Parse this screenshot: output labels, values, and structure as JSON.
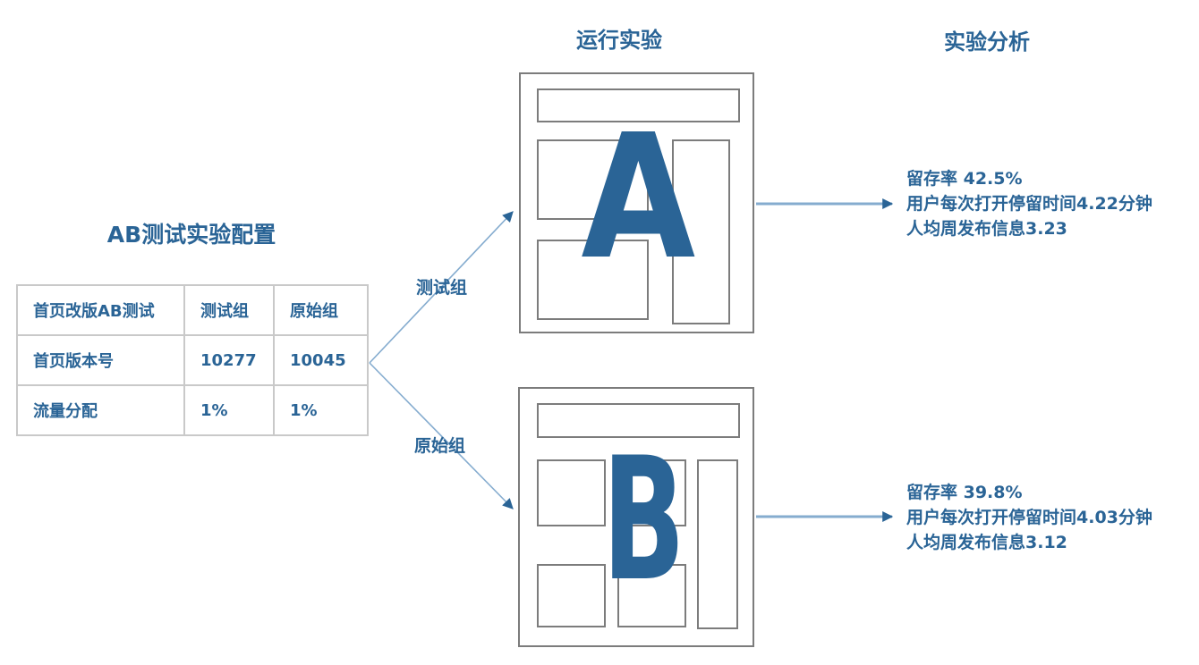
{
  "colors": {
    "text_blue": "#2A6496",
    "arrow_line": "#85ACCF",
    "arrow_head": "#2A6496",
    "wireframe_border": "#7C7C7C",
    "table_border": "#C9C9C9"
  },
  "config_section": {
    "title": "AB测试实验配置",
    "table": {
      "header": [
        "首页改版AB测试",
        "测试组",
        "原始组"
      ],
      "rows": [
        [
          "首页版本号",
          "10277",
          "10045"
        ],
        [
          "流量分配",
          "1%",
          "1%"
        ]
      ]
    }
  },
  "run_section": {
    "title": "运行实验",
    "branch_labels": {
      "test": "测试组",
      "control": "原始组"
    },
    "variant_a": {
      "letter": "A"
    },
    "variant_b": {
      "letter": "B"
    }
  },
  "analysis_section": {
    "title": "实验分析",
    "variant_a_results": [
      "留存率 42.5%",
      "用户每次打开停留时间4.22分钟",
      "人均周发布信息3.23"
    ],
    "variant_b_results": [
      "留存率 39.8%",
      "用户每次打开停留时间4.03分钟",
      "人均周发布信息3.12"
    ]
  }
}
